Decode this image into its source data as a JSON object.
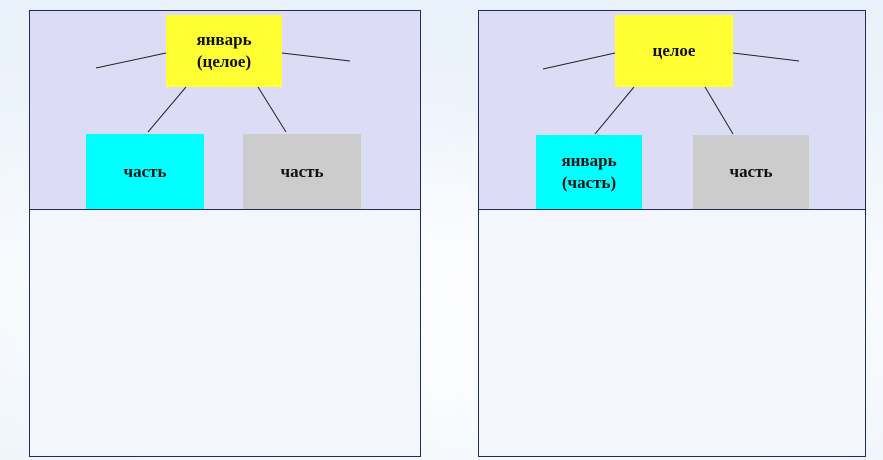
{
  "left_diagram": {
    "root_line1": "январь",
    "root_line2": "(целое)",
    "left_child": "часть",
    "right_child": "часть"
  },
  "right_diagram": {
    "root": "целое",
    "left_child_line1": "январь",
    "left_child_line2": "(часть)",
    "right_child": "часть"
  },
  "colors": {
    "root_box": "#ffff33",
    "cyan_box": "#00ffff",
    "grey_box": "#cccccc",
    "panel_top": "#dcdcf6",
    "panel_border": "#1f2d5a"
  }
}
